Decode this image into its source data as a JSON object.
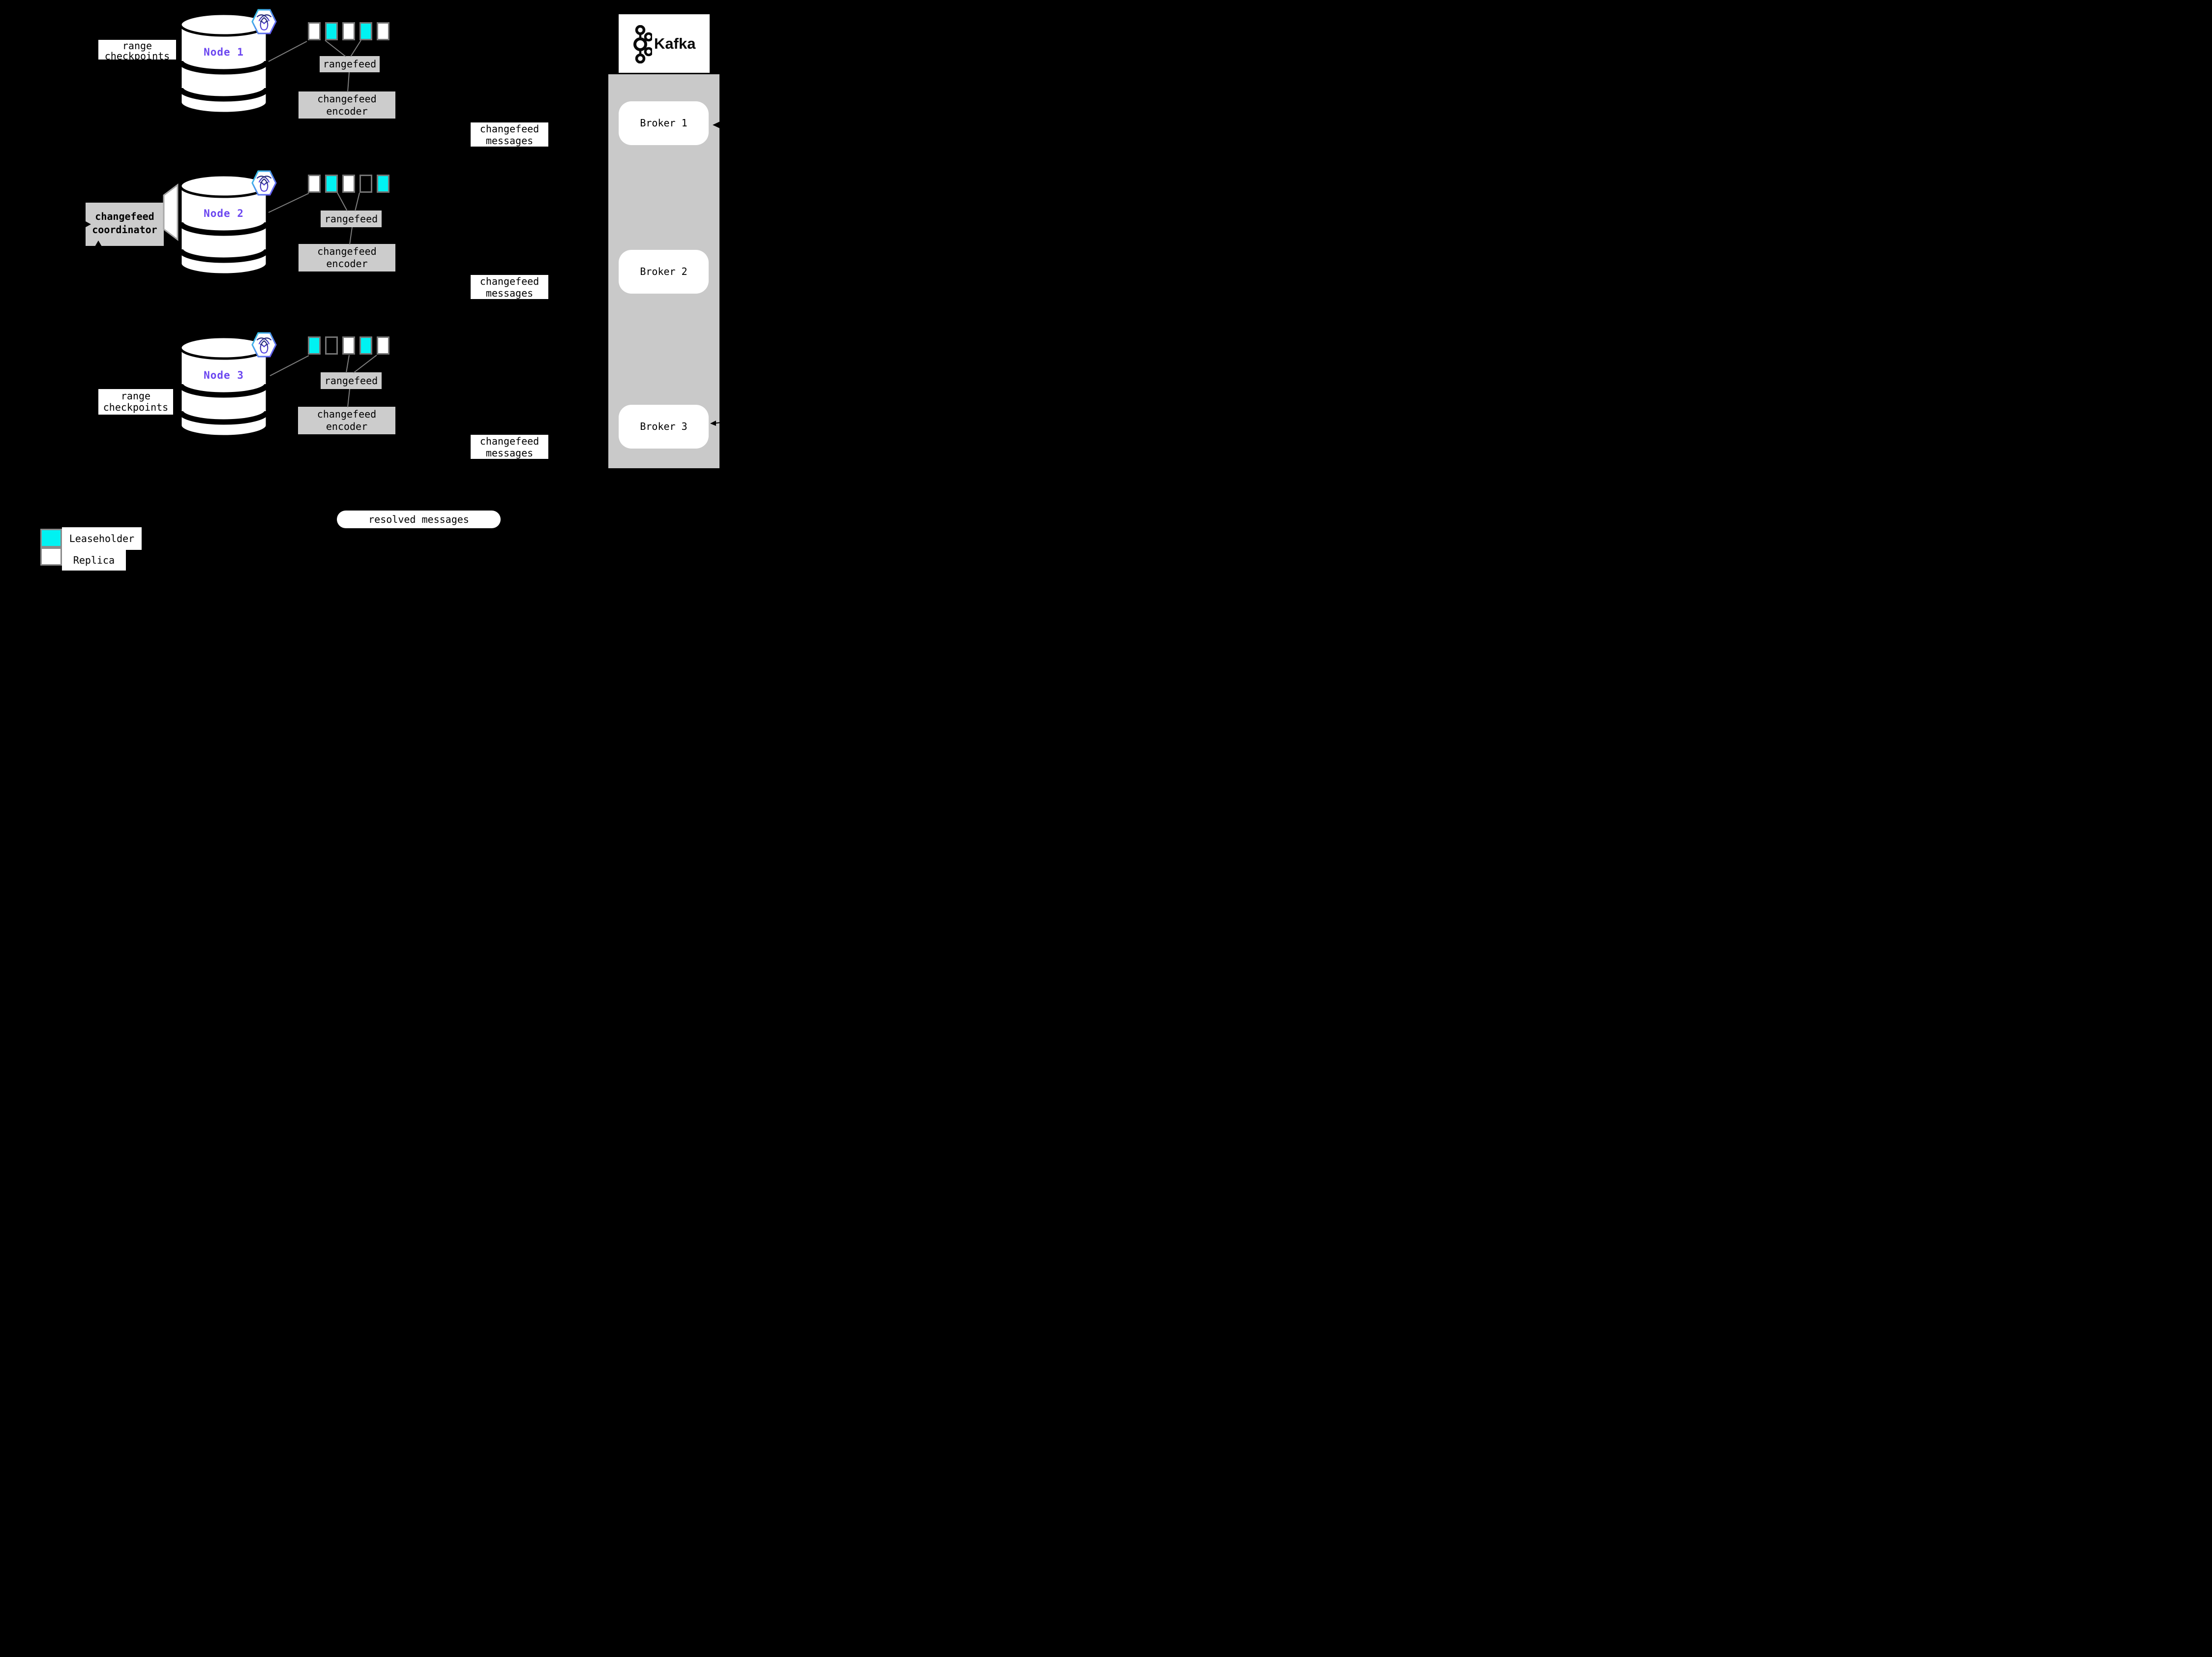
{
  "colors": {
    "background": "#000000",
    "leaseholder": "#00F2F2",
    "replica": "#FFFFFF",
    "empty": "transparent",
    "label_gray": "#CCCCCC",
    "kafka_panel_gray": "#C9C9C9",
    "node_text_purple": "#6B46F0",
    "connector_gray": "#7F7F7F",
    "hexagon_gradient_start": "#35D0E8",
    "hexagon_gradient_end": "#6A4DF0"
  },
  "nodes": [
    {
      "name": "Node 1",
      "checkpoint_label": "range checkpoints",
      "rangefeed_label": "rangefeed",
      "encoder_label": "changefeed encoder",
      "messages_label": "changefeed messages",
      "ranges": [
        "replica",
        "leaseholder",
        "replica",
        "leaseholder",
        "replica"
      ]
    },
    {
      "name": "Node 2",
      "rangefeed_label": "rangefeed",
      "encoder_label": "changefeed encoder",
      "messages_label": "changefeed messages",
      "ranges": [
        "replica",
        "leaseholder",
        "replica",
        "empty",
        "leaseholder"
      ]
    },
    {
      "name": "Node 3",
      "checkpoint_label": "range checkpoints",
      "rangefeed_label": "rangefeed",
      "encoder_label": "changefeed encoder",
      "messages_label": "changefeed messages",
      "ranges": [
        "leaseholder",
        "empty",
        "replica",
        "leaseholder",
        "replica"
      ]
    }
  ],
  "coordinator_label": "changefeed coordinator",
  "kafka": {
    "brand": "Kafka",
    "brokers": [
      "Broker 1",
      "Broker 2",
      "Broker 3"
    ]
  },
  "resolved_label": "resolved messages",
  "legend": {
    "leaseholder_label": "Leaseholder",
    "replica_label": "Replica"
  }
}
